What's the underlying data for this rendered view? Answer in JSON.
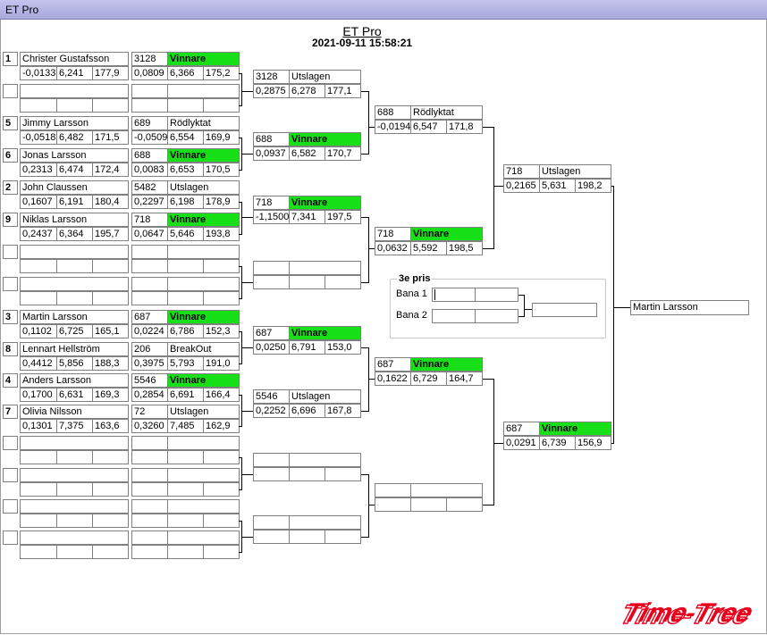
{
  "window": {
    "title": "ET Pro"
  },
  "header": {
    "title": "ET Pro",
    "datetime": "2021-09-11 15:58:21"
  },
  "round1": [
    {
      "seed": "1",
      "name": "Christer Gustafsson",
      "r": "-0,0133",
      "et": "6,241",
      "speed": "177,9"
    },
    {
      "seed": "",
      "name": "",
      "r": "",
      "et": "",
      "speed": ""
    },
    {
      "seed": "5",
      "name": "Jimmy Larsson",
      "r": "-0,0518",
      "et": "6,482",
      "speed": "171,5"
    },
    {
      "seed": "6",
      "name": "Jonas Larsson",
      "r": "0,2313",
      "et": "6,474",
      "speed": "172,4"
    },
    {
      "seed": "2",
      "name": "John Claussen",
      "r": "0,1607",
      "et": "6,191",
      "speed": "180,4"
    },
    {
      "seed": "9",
      "name": "Niklas Larsson",
      "r": "0,2437",
      "et": "6,364",
      "speed": "195,7"
    },
    {
      "seed": "",
      "name": "",
      "r": "",
      "et": "",
      "speed": ""
    },
    {
      "seed": "",
      "name": "",
      "r": "",
      "et": "",
      "speed": ""
    },
    {
      "seed": "3",
      "name": "Martin Larsson",
      "r": "0,1102",
      "et": "6,725",
      "speed": "165,1"
    },
    {
      "seed": "8",
      "name": "Lennart Hellström",
      "r": "0,4412",
      "et": "5,856",
      "speed": "188,3"
    },
    {
      "seed": "4",
      "name": "Anders Larsson",
      "r": "0,1700",
      "et": "6,631",
      "speed": "169,3"
    },
    {
      "seed": "7",
      "name": "Olivia Nilsson",
      "r": "0,1301",
      "et": "7,375",
      "speed": "163,6"
    },
    {
      "seed": "",
      "name": "",
      "r": "",
      "et": "",
      "speed": ""
    },
    {
      "seed": "",
      "name": "",
      "r": "",
      "et": "",
      "speed": ""
    },
    {
      "seed": "",
      "name": "",
      "r": "",
      "et": "",
      "speed": ""
    },
    {
      "seed": "",
      "name": "",
      "r": "",
      "et": "",
      "speed": ""
    }
  ],
  "round2": [
    {
      "num": "3128",
      "result": "Vinnare",
      "r": "0,0809",
      "et": "6,366",
      "speed": "175,2"
    },
    {
      "num": "",
      "result": "",
      "r": "",
      "et": "",
      "speed": ""
    },
    {
      "num": "689",
      "result": "Rödlyktat",
      "r": "-0,0509",
      "et": "6,554",
      "speed": "169,9"
    },
    {
      "num": "688",
      "result": "Vinnare",
      "r": "0,0083",
      "et": "6,653",
      "speed": "170,5"
    },
    {
      "num": "5482",
      "result": "Utslagen",
      "r": "0,2297",
      "et": "6,198",
      "speed": "178,9"
    },
    {
      "num": "718",
      "result": "Vinnare",
      "r": "0,0647",
      "et": "5,646",
      "speed": "193,8"
    },
    {
      "num": "",
      "result": "",
      "r": "",
      "et": "",
      "speed": ""
    },
    {
      "num": "",
      "result": "",
      "r": "",
      "et": "",
      "speed": ""
    },
    {
      "num": "687",
      "result": "Vinnare",
      "r": "0,0224",
      "et": "6,786",
      "speed": "152,3"
    },
    {
      "num": "206",
      "result": "BreakOut",
      "r": "0,3975",
      "et": "5,793",
      "speed": "191,0"
    },
    {
      "num": "5546",
      "result": "Vinnare",
      "r": "0,2854",
      "et": "6,691",
      "speed": "166,4"
    },
    {
      "num": "72",
      "result": "Utslagen",
      "r": "0,3260",
      "et": "7,485",
      "speed": "162,9"
    },
    {
      "num": "",
      "result": "",
      "r": "",
      "et": "",
      "speed": ""
    },
    {
      "num": "",
      "result": "",
      "r": "",
      "et": "",
      "speed": ""
    },
    {
      "num": "",
      "result": "",
      "r": "",
      "et": "",
      "speed": ""
    },
    {
      "num": "",
      "result": "",
      "r": "",
      "et": "",
      "speed": ""
    }
  ],
  "round3": [
    {
      "num": "3128",
      "result": "Utslagen",
      "r": "0,2875",
      "et": "6,278",
      "speed": "177,1"
    },
    {
      "num": "688",
      "result": "Vinnare",
      "r": "0,0937",
      "et": "6,582",
      "speed": "170,7"
    },
    {
      "num": "718",
      "result": "Vinnare",
      "r": "-1,1500",
      "et": "7,341",
      "speed": "197,5"
    },
    {
      "num": "",
      "result": "",
      "r": "",
      "et": "",
      "speed": ""
    },
    {
      "num": "687",
      "result": "Vinnare",
      "r": "0,0250",
      "et": "6,791",
      "speed": "153,0"
    },
    {
      "num": "5546",
      "result": "Utslagen",
      "r": "0,2252",
      "et": "6,696",
      "speed": "167,8"
    },
    {
      "num": "",
      "result": "",
      "r": "",
      "et": "",
      "speed": ""
    },
    {
      "num": "",
      "result": "",
      "r": "",
      "et": "",
      "speed": ""
    }
  ],
  "round4": [
    {
      "num": "688",
      "result": "Rödlyktat",
      "r": "-0,0194",
      "et": "6,547",
      "speed": "171,8"
    },
    {
      "num": "718",
      "result": "Vinnare",
      "r": "0,0632",
      "et": "5,592",
      "speed": "198,5"
    },
    {
      "num": "687",
      "result": "Vinnare",
      "r": "0,1622",
      "et": "6,729",
      "speed": "164,7"
    },
    {
      "num": "",
      "result": "",
      "r": "",
      "et": "",
      "speed": ""
    }
  ],
  "round5": [
    {
      "num": "718",
      "result": "Utslagen",
      "r": "0,2165",
      "et": "5,631",
      "speed": "198,2"
    },
    {
      "num": "687",
      "result": "Vinnare",
      "r": "0,0291",
      "et": "6,739",
      "speed": "156,9"
    }
  ],
  "final": {
    "winner": "Martin Larsson"
  },
  "bronze": {
    "label": "3e pris",
    "lane1": "Bana 1",
    "lane2": "Bana 2",
    "final": ""
  },
  "logo": {
    "text": "Time-Tree",
    "color": "#e8001c"
  },
  "colors": {
    "winner_bg": "#18e018"
  }
}
